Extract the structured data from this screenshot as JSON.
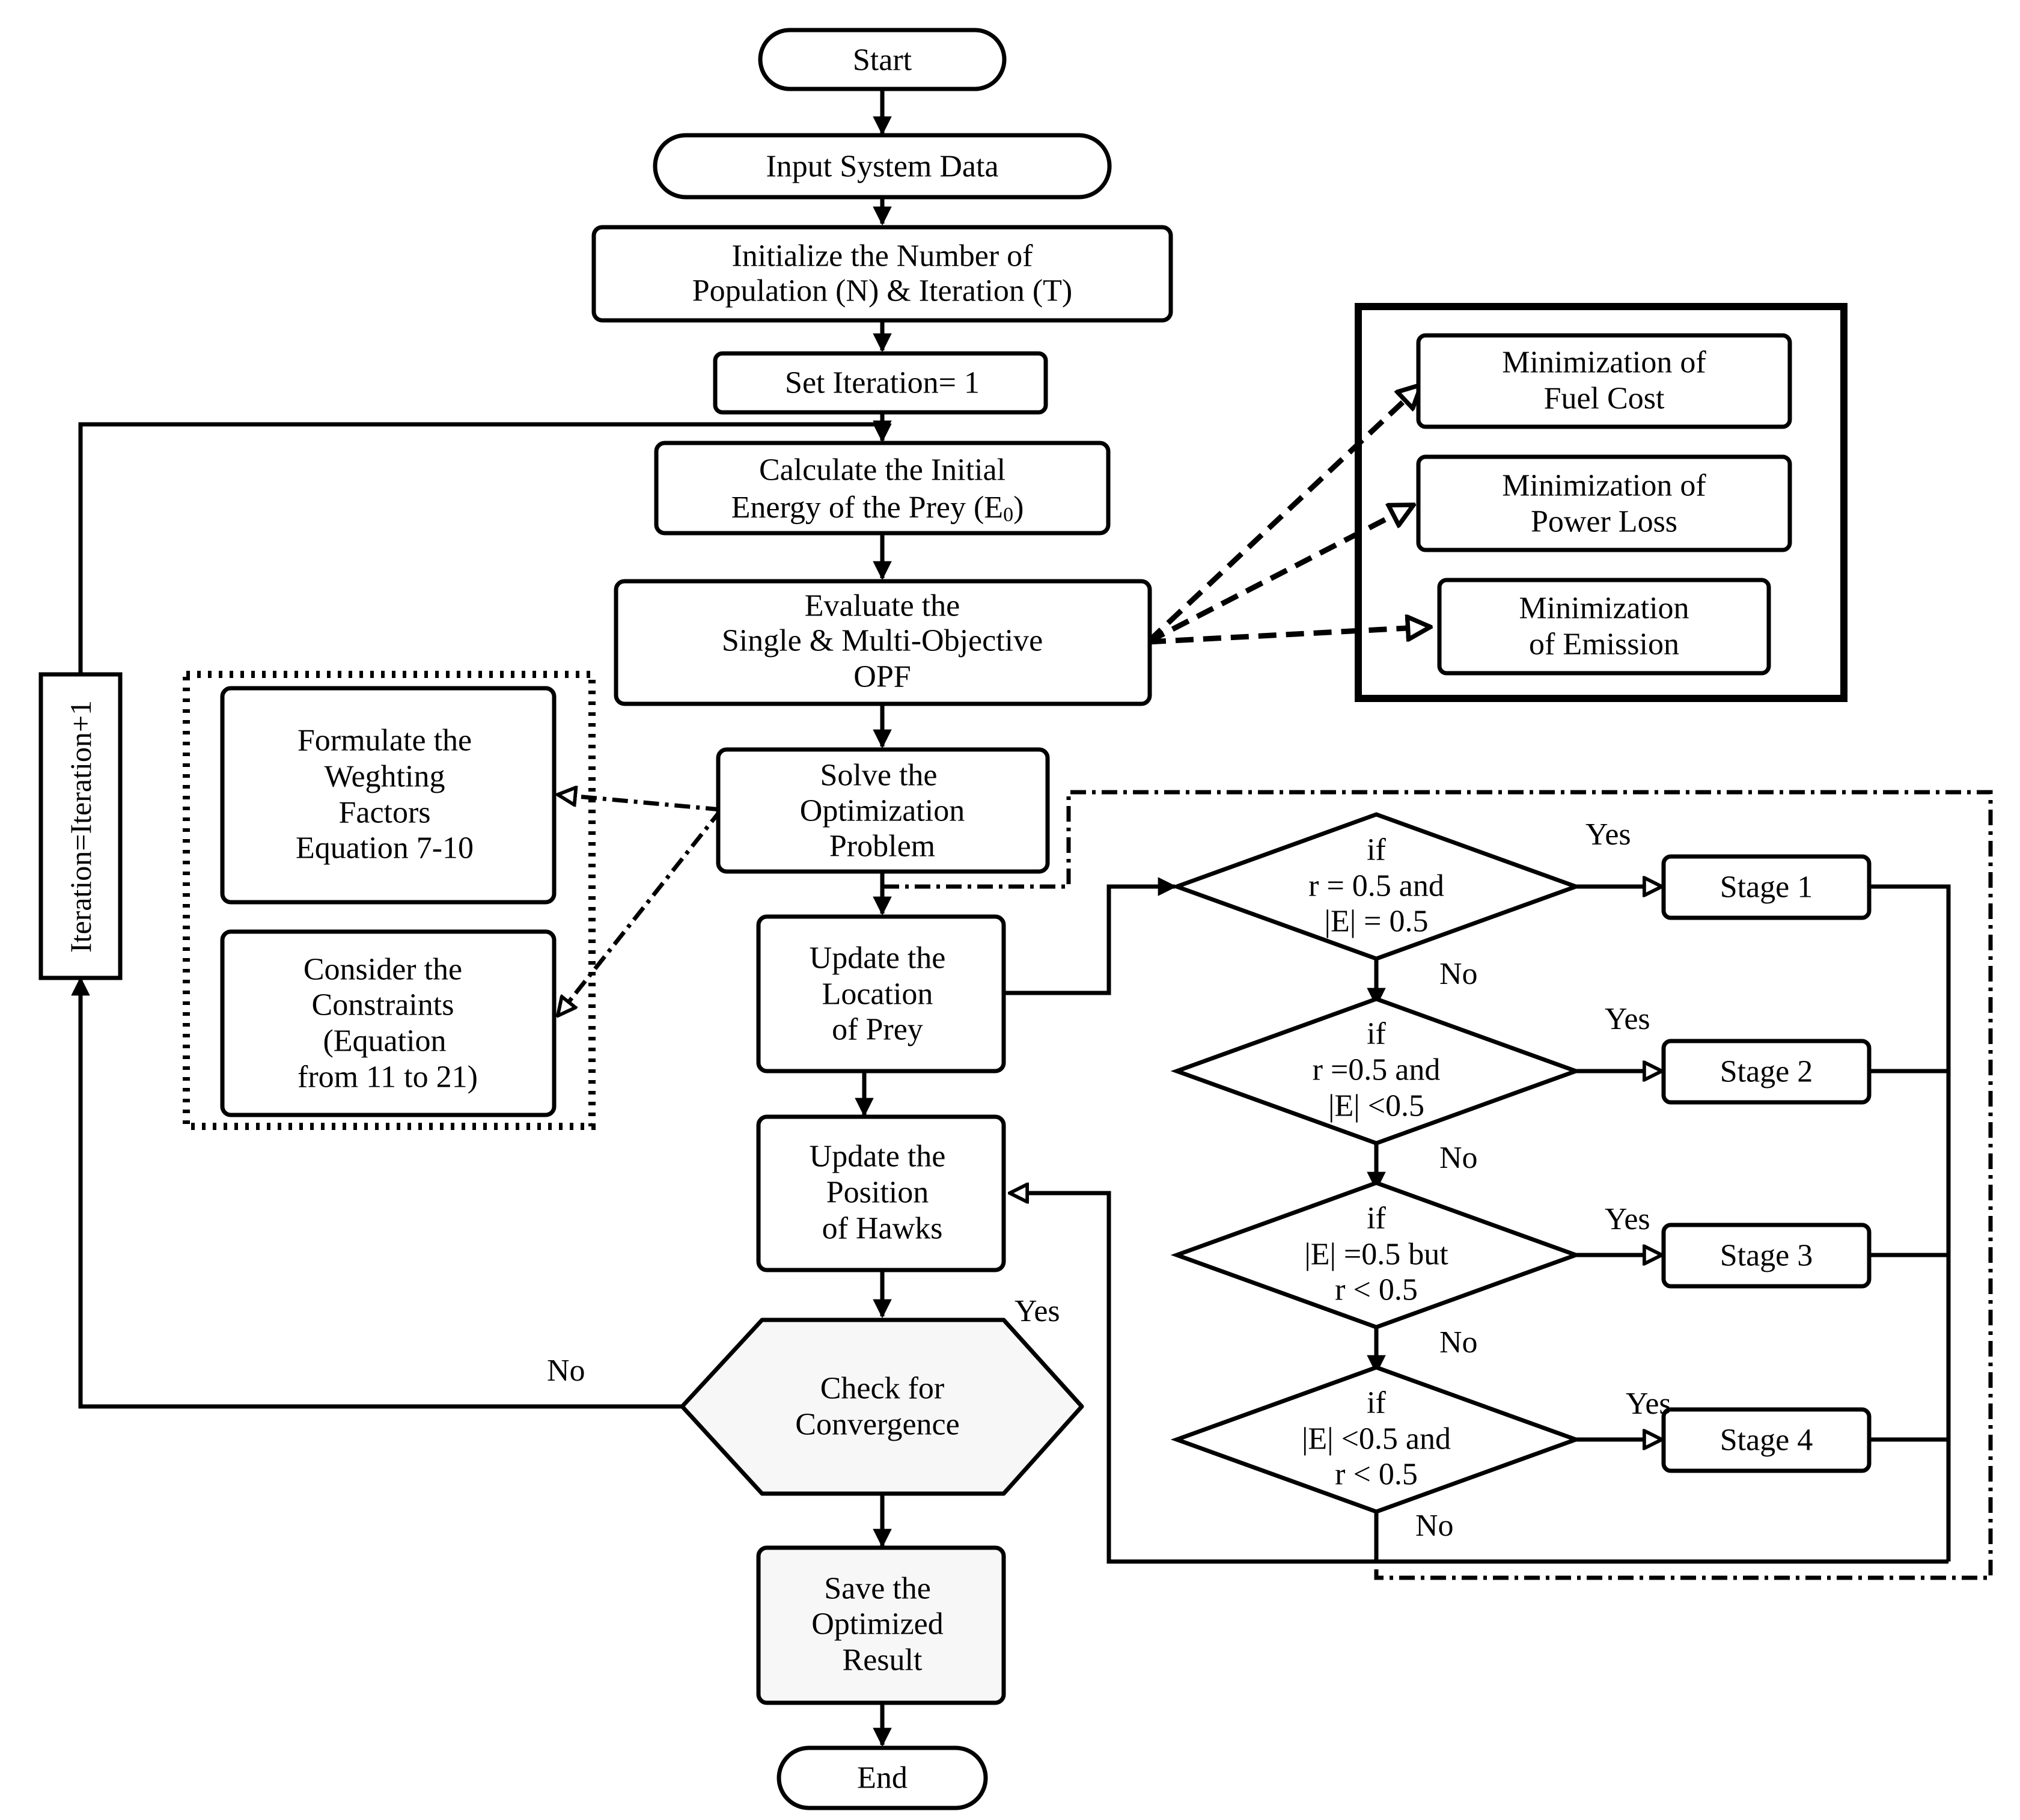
{
  "nodes": {
    "start": "Start",
    "input": "Input System Data",
    "init": [
      "Initialize the Number of",
      "Population (N) & Iteration (T)"
    ],
    "set_iter": "Set Iteration= 1",
    "calc_energy": [
      "Calculate the Initial",
      "Energy of the Prey (E",
      "0",
      ")"
    ],
    "evaluate": [
      "Evaluate the",
      "Single & Multi-Objective",
      "OPF"
    ],
    "solve": [
      "Solve the",
      "Optimization",
      "Problem"
    ],
    "update_location": [
      "Update the",
      "Location",
      "of Prey"
    ],
    "update_position": [
      "Update the",
      "Position",
      "of Hawks"
    ],
    "check": [
      "Check for",
      "Convergence"
    ],
    "save": [
      "Save the",
      "Optimized",
      "Result"
    ],
    "end": "End",
    "iteration_increment": "Iteration=Iteration+1"
  },
  "objectives": [
    [
      "Minimization of",
      "Fuel Cost"
    ],
    [
      "Minimization of",
      "Power Loss"
    ],
    [
      "Minimization",
      "of  Emission"
    ]
  ],
  "weighting": {
    "formulate": [
      "Formulate the",
      "Weghting",
      "Factors",
      "Equation 7-10"
    ],
    "constraints": [
      "Consider the",
      "Constraints",
      "(Equation",
      "from 11 to 21)"
    ]
  },
  "conditions": [
    [
      "if",
      "r = 0.5 and",
      "|E| = 0.5"
    ],
    [
      "if",
      "r =0.5 and",
      "|E| <0.5"
    ],
    [
      "if",
      "|E| =0.5 but",
      "r < 0.5"
    ],
    [
      "if",
      "|E| <0.5 and",
      "r < 0.5"
    ]
  ],
  "stages": [
    "Stage 1",
    "Stage 2",
    "Stage 3",
    "Stage 4"
  ],
  "edge_labels": {
    "yes": "Yes",
    "no": "No"
  }
}
